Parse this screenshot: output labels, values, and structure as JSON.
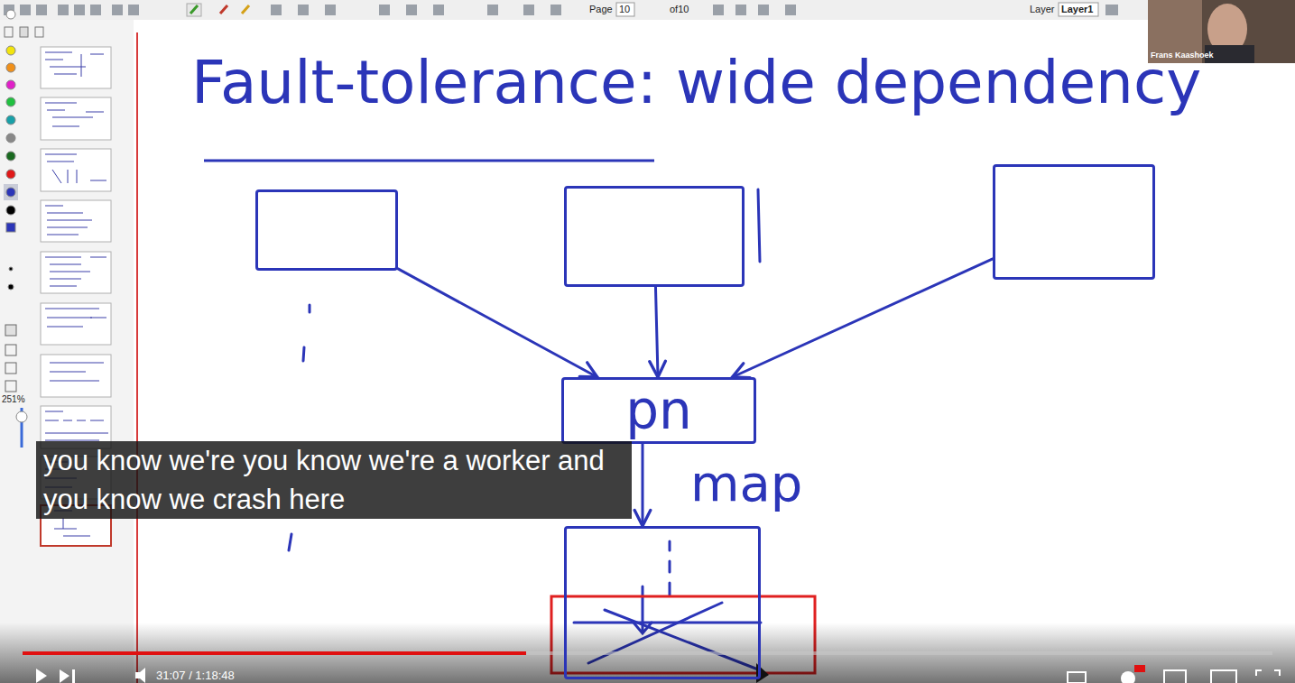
{
  "diagram": {
    "title": "Fault-tolerance: wide dependency",
    "caption": "you know we're you know we're a worker and you know we crash here",
    "nodes": [
      {
        "text": []
      },
      {
        "text": []
      },
      {
        "text": []
      },
      {
        "text": [
          "pn"
        ]
      },
      {
        "text": []
      }
    ],
    "edges": [
      {
        "from": 0,
        "to": 3,
        "arrow": "to"
      },
      {
        "from": 1,
        "to": 3,
        "arrow": "to"
      },
      {
        "from": 2,
        "to": 3,
        "arrow": "to"
      },
      {
        "from": 3,
        "to": 4,
        "label": "map",
        "arrow": "to"
      }
    ],
    "labels": [
      "Page",
      "10",
      "of10",
      "Layer",
      "Layer1",
      "251%",
      "31:07 / 1:18:48",
      "Frans Kaashoek"
    ]
  }
}
